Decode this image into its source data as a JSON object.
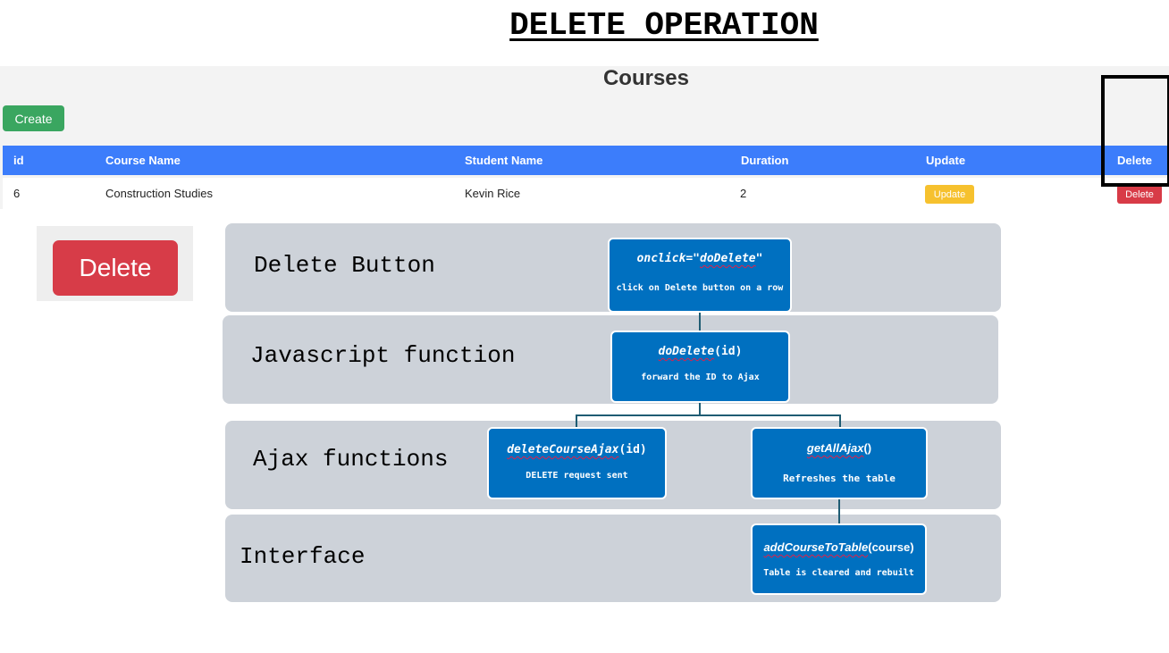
{
  "title": "DELETE OPERATION",
  "app": {
    "heading": "Courses",
    "create_label": "Create",
    "columns": [
      "id",
      "Course Name",
      "Student Name",
      "Duration",
      "Update",
      "Delete"
    ],
    "rows": [
      {
        "id": "6",
        "course_name": "Construction Studies",
        "student_name": "Kevin Rice",
        "duration": "2",
        "update_label": "Update",
        "delete_label": "Delete"
      }
    ]
  },
  "zoom_delete_label": "Delete",
  "lanes": {
    "delete_button": "Delete Button",
    "javascript": "Javascript function",
    "ajax": "Ajax functions",
    "interface": "Interface"
  },
  "boxes": {
    "onclick": {
      "fn_prefix": "onclick=\"",
      "fn_name": "doDelete",
      "fn_suffix": "\"",
      "desc": "click on Delete button on a row"
    },
    "do_delete": {
      "fn_name": "doDelete",
      "fn_args": "(id)",
      "desc": "forward the ID to Ajax"
    },
    "delete_ajax": {
      "fn_name": "deleteCourseAjax",
      "fn_args": "(id)",
      "desc": "DELETE request sent"
    },
    "get_all": {
      "fn_name": "getAllAjax",
      "fn_args": "()",
      "desc": "Refreshes the table"
    },
    "add_course": {
      "fn_name": "addCourseToTable",
      "fn_args": "(course)",
      "desc": "Table is cleared and rebuilt"
    }
  },
  "colors": {
    "box_blue": "#0070c0",
    "lane_gray": "#cdd2d9",
    "table_header": "#3c7dfb",
    "create_green": "#3aa660",
    "update_yellow": "#f6c12e",
    "delete_red": "#d83b47"
  }
}
